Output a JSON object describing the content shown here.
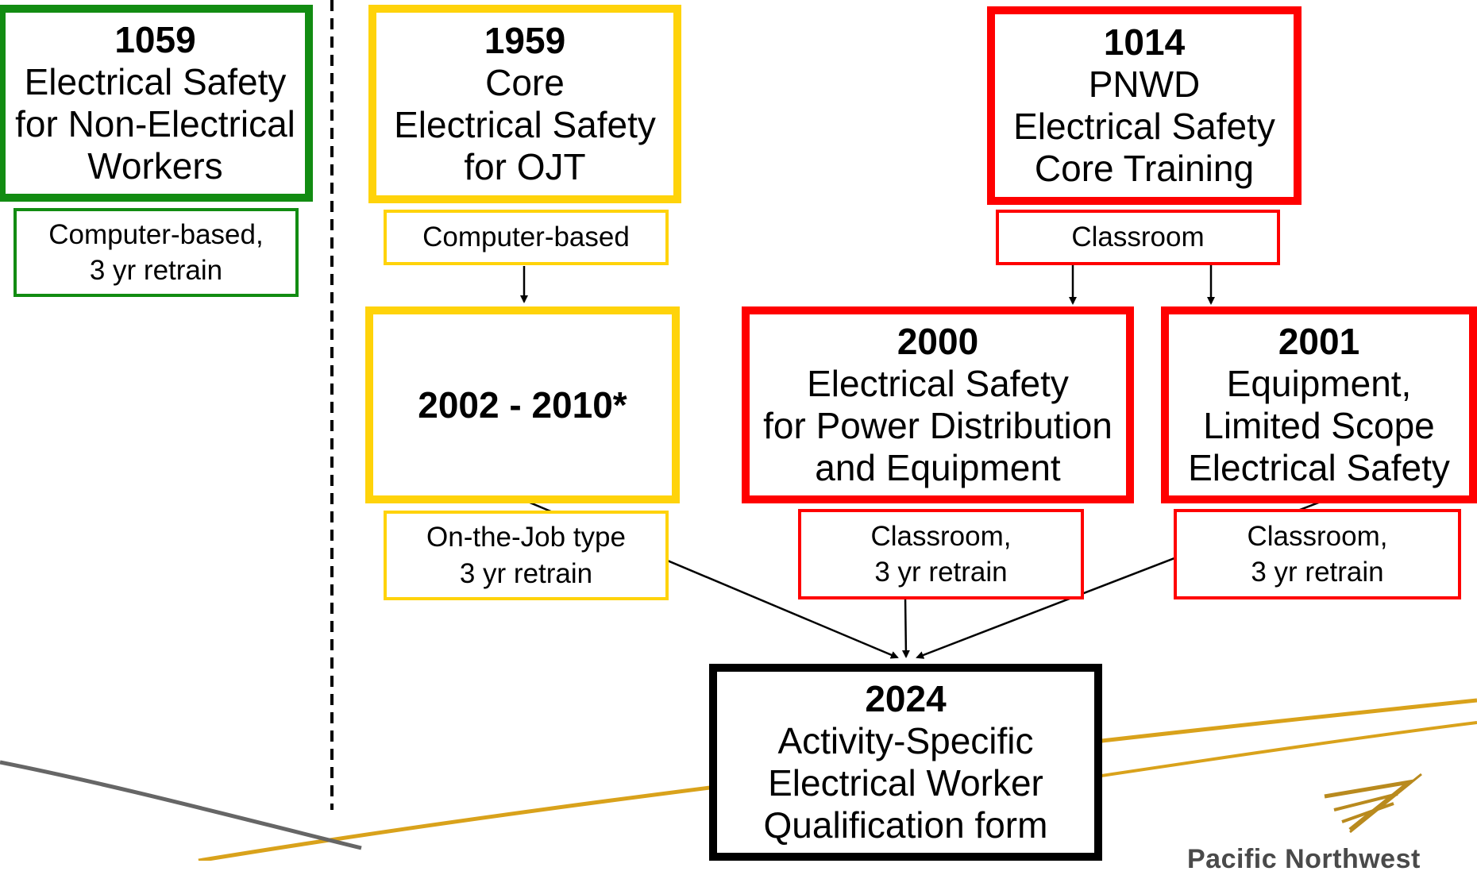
{
  "colors": {
    "green": "#128c12",
    "yellow": "#ffd30a",
    "red": "#ff0000",
    "black": "#000000",
    "gold_swoosh": "#d9a21b",
    "gray_swoosh": "#666666"
  },
  "boxes": {
    "b1059": {
      "code": "1059",
      "title": "Electrical Safety\nfor Non-Electrical\nWorkers",
      "delivery": "Computer-based,\n3 yr retrain"
    },
    "b1959": {
      "code": "1959",
      "title": "Core\nElectrical Safety\nfor OJT",
      "delivery": "Computer-based"
    },
    "b1014": {
      "code": "1014",
      "title": "PNWD\nElectrical Safety\nCore Training",
      "delivery": "Classroom"
    },
    "b2002": {
      "code": "2002 - 2010*",
      "delivery": "On-the-Job type\n3 yr retrain"
    },
    "b2000": {
      "code": "2000",
      "title": "Electrical Safety\nfor Power Distribution\nand Equipment",
      "delivery": "Classroom,\n3 yr retrain"
    },
    "b2001": {
      "code": "2001",
      "title": "Equipment,\nLimited Scope\nElectrical Safety",
      "delivery": "Classroom,\n3 yr retrain"
    },
    "b2024": {
      "code": "2024",
      "title": "Activity-Specific\nElectrical Worker\nQualification form"
    }
  },
  "logo": {
    "text": "Pacific Northwest"
  }
}
